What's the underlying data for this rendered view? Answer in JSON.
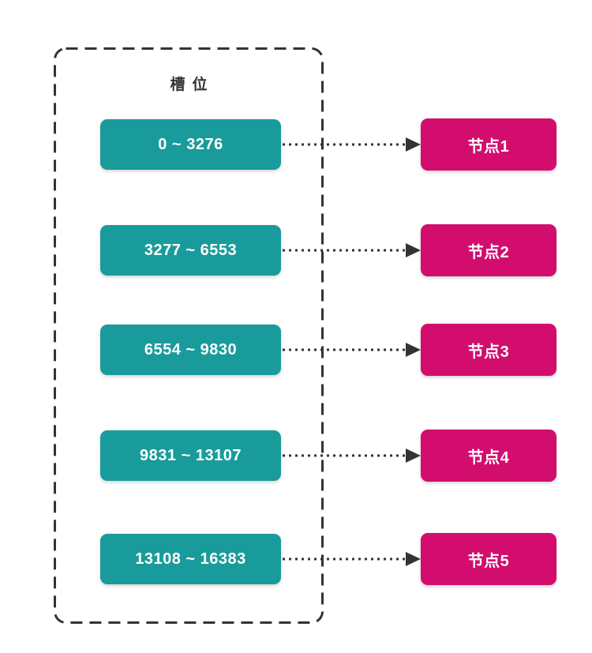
{
  "diagram": {
    "title": "槽位",
    "rows": [
      {
        "slot_range": "0 ~ 3276",
        "node": "节点1"
      },
      {
        "slot_range": "3277 ~ 6553",
        "node": "节点2"
      },
      {
        "slot_range": "6554 ~ 9830",
        "node": "节点3"
      },
      {
        "slot_range": "9831 ~ 13107",
        "node": "节点4"
      },
      {
        "slot_range": "13108 ~ 16383",
        "node": "节点5"
      }
    ],
    "colors": {
      "slot_box": "#1a9b9b",
      "node_box": "#d30d6e",
      "line": "#333333",
      "title_text": "#333333",
      "text_on_box": "#ffffff",
      "background": "#ffffff"
    }
  }
}
